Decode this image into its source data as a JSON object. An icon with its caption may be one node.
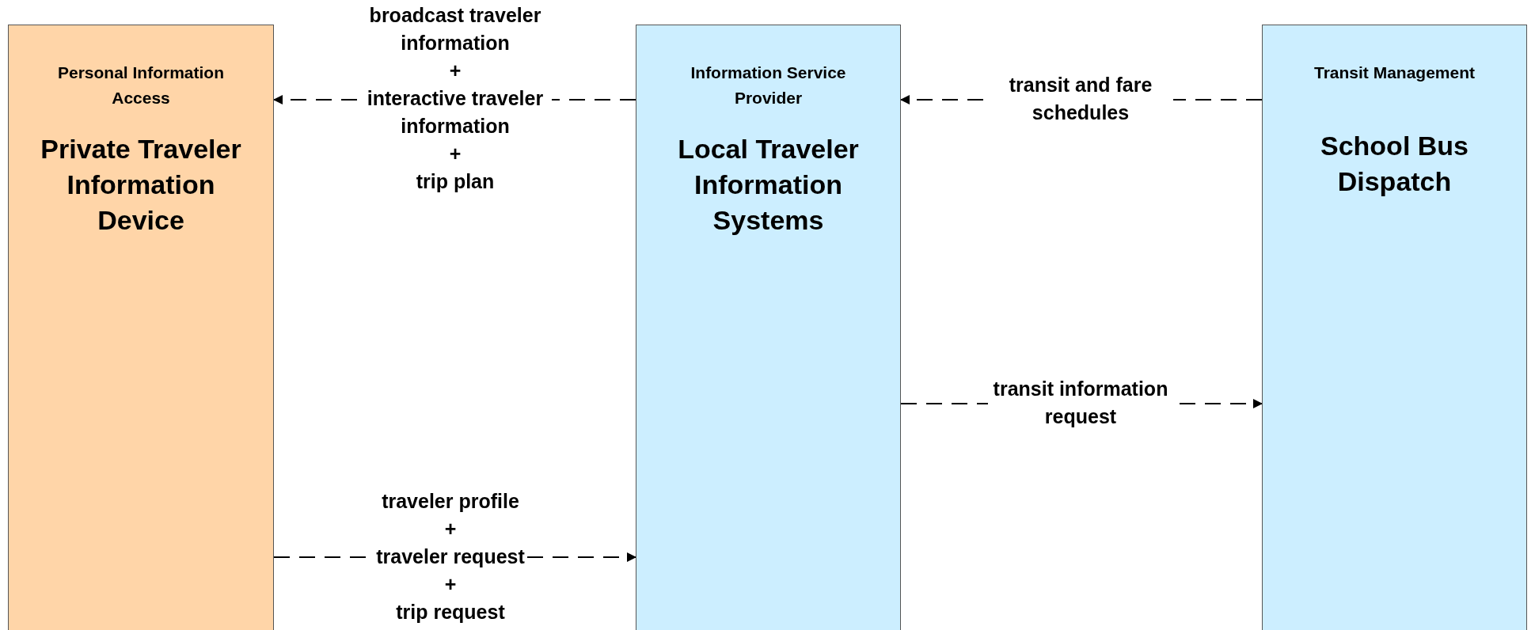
{
  "diagram": {
    "nodes": [
      {
        "text": [
          "Personal Information Access",
          "Private Traveler Information Device"
        ]
      },
      {
        "text": [
          "Information Service Provider",
          "Local Traveler Information Systems"
        ]
      },
      {
        "text": [
          "Transit Management",
          "School Bus Dispatch"
        ]
      }
    ],
    "edges": [
      {
        "from": 1,
        "to": 0,
        "arrow": "to",
        "style": "dashed",
        "label": "broadcast traveler information + interactive traveler information + trip plan"
      },
      {
        "from": 2,
        "to": 1,
        "arrow": "to",
        "style": "dashed",
        "label": "transit and fare schedules"
      },
      {
        "from": 1,
        "to": 2,
        "arrow": "to",
        "style": "dashed",
        "label": "transit information request"
      },
      {
        "from": 0,
        "to": 1,
        "arrow": "to",
        "style": "dashed",
        "label": "traveler profile + traveler request + trip request"
      }
    ]
  }
}
